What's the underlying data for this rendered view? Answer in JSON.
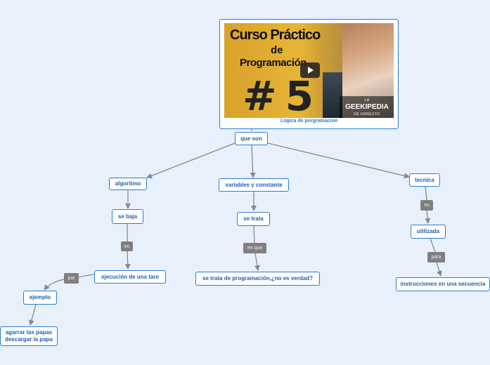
{
  "root": {
    "thumbnail": {
      "line1": "Curso Práctico",
      "line2": "de",
      "line3": "Programación",
      "number": "# 5",
      "brand": "GEEKIPEDIA",
      "brand_prefix": "LA",
      "brand_sub": "DE ERNESTO",
      "play_icon": "play-icon"
    },
    "caption": "Logica de porgramacion"
  },
  "nodes": {
    "que_son": "que son",
    "algoritmo": "algoritmo",
    "variables": "variables y constante",
    "tecnica": "tecnica",
    "se_baja": "se baja",
    "se_trata": "se trata",
    "utilizada": "utilizada",
    "ejecucion": "ejecución de una tare",
    "se_trata_prog": "se trata de programación,¿no es verdad?",
    "instrucciones": "instrucciones en una secuencia",
    "ejemplo": "ejemplo",
    "agarrar": "agarrar las papas descargar la papa"
  },
  "link_labels": {
    "en": "en",
    "en_que": "en que",
    "es": "es",
    "para": "para",
    "por": "por"
  },
  "colors": {
    "background": "#e8f1fb",
    "node_border": "#2a7bd4",
    "node_text": "#1f5fae",
    "link": "#7f8a94",
    "label_bg": "#7f7f7f"
  }
}
